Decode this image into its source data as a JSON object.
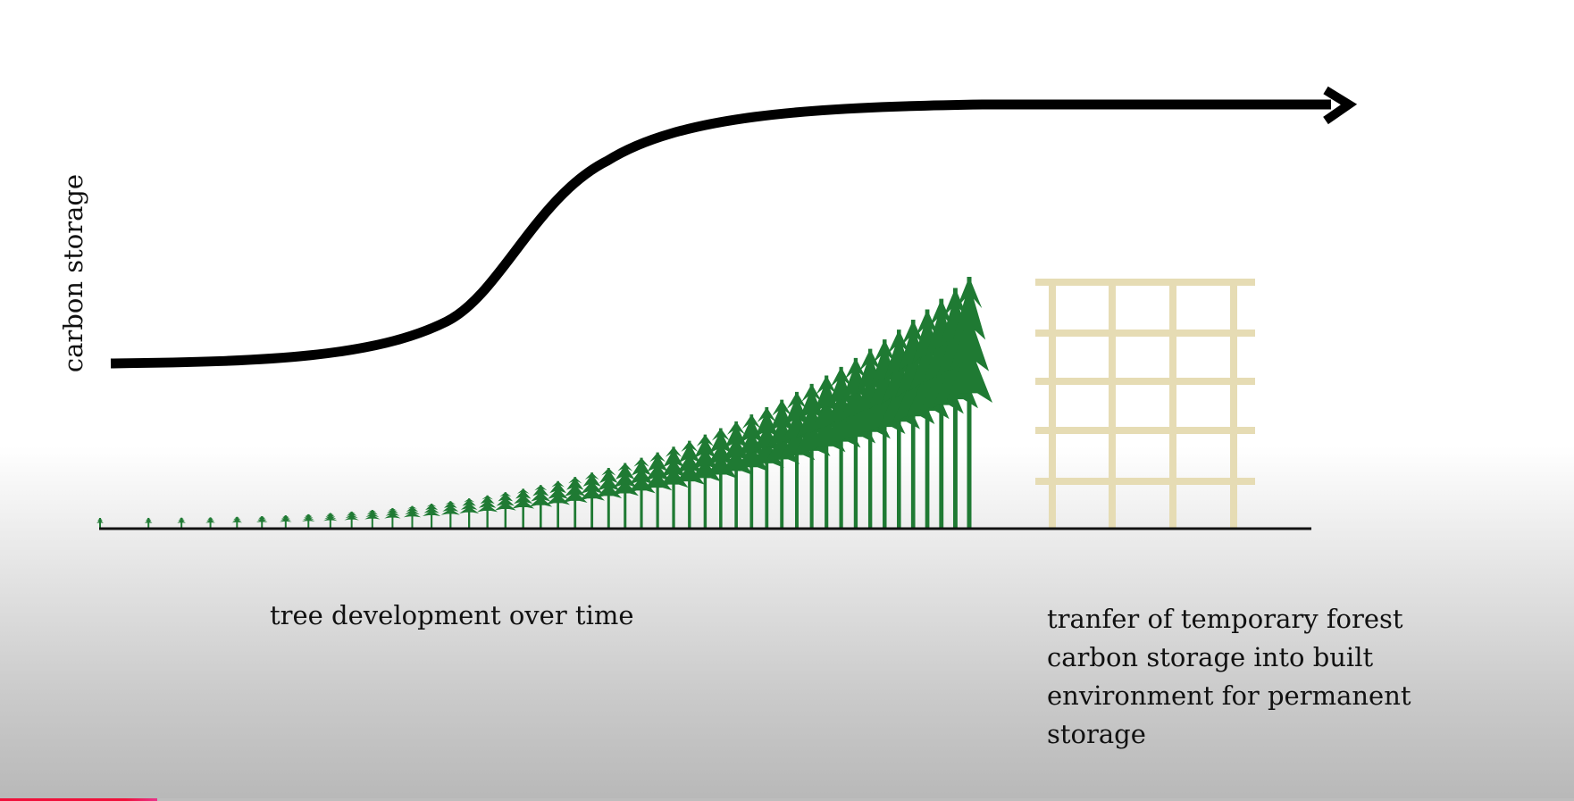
{
  "diagram": {
    "y_axis_label": "carbon storage",
    "x_axis_label": "tree development over time",
    "note": "tranfer of temporary forest carbon storage into built environment for permanent storage",
    "colors": {
      "curve": "#000000",
      "trees": "#1f7a33",
      "timber_frame": "#e6dcb4",
      "ground": "#111111"
    }
  },
  "video": {
    "progress_fraction": 0.1
  }
}
